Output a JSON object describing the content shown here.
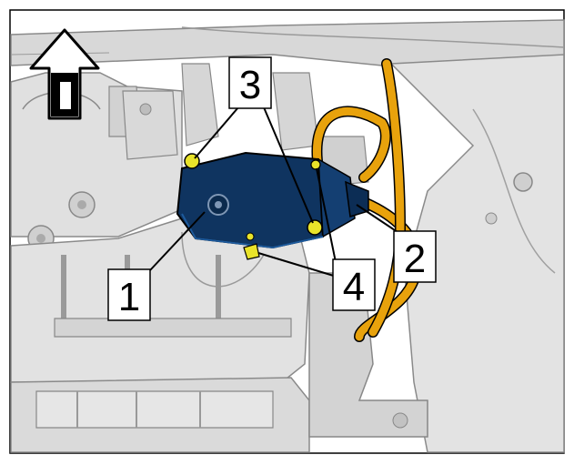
{
  "callouts": {
    "c1": "1",
    "c2": "2",
    "c3": "3",
    "c4": "4"
  },
  "colors": {
    "actuator": "#0f3460",
    "hose": "#e8a20c",
    "fastener": "#e9e32a",
    "background_parts": "#dcdcdc",
    "outline": "#000000"
  },
  "icons": {
    "direction": "up-arrow-icon"
  }
}
